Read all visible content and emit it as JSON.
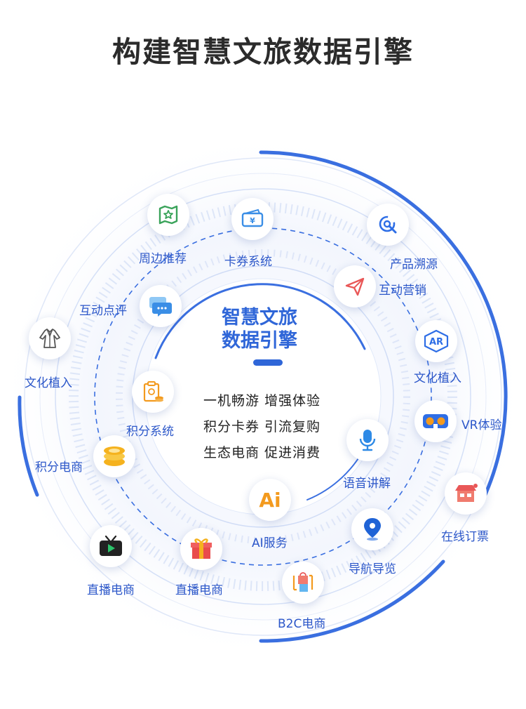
{
  "title": "构建智慧文旅数据引擎",
  "center": {
    "title_line1": "智慧文旅",
    "title_line2": "数据引擎",
    "slogans": [
      "一机畅游 增强体验",
      "积分卡券 引流复购",
      "生态电商 促进消费"
    ]
  },
  "nodes": [
    {
      "label": "周边推荐",
      "icon": "map-star-icon"
    },
    {
      "label": "卡券系统",
      "icon": "coupon-icon"
    },
    {
      "label": "产品溯源",
      "icon": "trace-icon"
    },
    {
      "label": "互动营销",
      "icon": "paper-plane-icon"
    },
    {
      "label": "互动点评",
      "icon": "chat-bubble-icon"
    },
    {
      "label": "文化植入",
      "icon": "hanfu-icon"
    },
    {
      "label": "文化植入",
      "icon": "ar-icon"
    },
    {
      "label": "积分系统",
      "icon": "points-clipboard-icon"
    },
    {
      "label": "VR体验",
      "icon": "vr-glasses-icon"
    },
    {
      "label": "积分电商",
      "icon": "coin-stack-icon"
    },
    {
      "label": "语音讲解",
      "icon": "microphone-icon"
    },
    {
      "label": "AI服务",
      "icon": "ai-icon",
      "icon_text": "Ai"
    },
    {
      "label": "在线订票",
      "icon": "ticket-booth-icon"
    },
    {
      "label": "直播电商",
      "icon": "tv-play-icon"
    },
    {
      "label": "直播电商",
      "icon": "gift-box-icon"
    },
    {
      "label": "导航导览",
      "icon": "location-pin-icon"
    },
    {
      "label": "B2C电商",
      "icon": "shopping-bag-icon"
    }
  ],
  "colors": {
    "accent": "#3a6fe0",
    "label": "#2c57c9",
    "orange": "#f39a1e",
    "red": "#e95757"
  }
}
